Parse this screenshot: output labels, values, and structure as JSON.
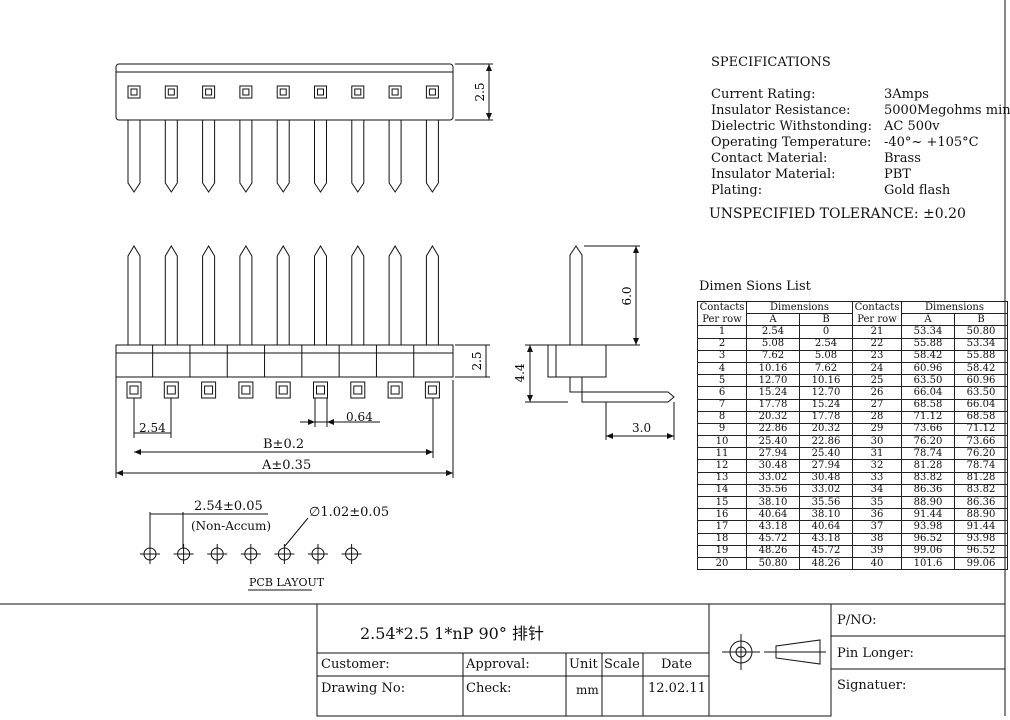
{
  "specifications": {
    "title": "SPECIFICATIONS",
    "rows": [
      {
        "label": "Current Rating:",
        "value": "3Amps"
      },
      {
        "label": "Insulator Resistance:",
        "value": "5000Megohms min."
      },
      {
        "label": "Dielectric Withstonding:",
        "value": "AC 500v"
      },
      {
        "label": "Operating Temperature:",
        "value": "-40°~ +105°C"
      },
      {
        "label": "Contact Material:",
        "value": "Brass"
      },
      {
        "label": "Insulator Material:",
        "value": "PBT"
      },
      {
        "label": "Plating:",
        "value": "Gold flash"
      }
    ],
    "tolerance": "UNSPECIFIED TOLERANCE: ±0.20"
  },
  "dimensions_list": {
    "title": "Dimen  Sions   List",
    "contacts_header_1": "Contacts",
    "contacts_header_2": "Per row",
    "dimensions_header": "Dimensions",
    "col_a": "A",
    "col_b": "B",
    "rows": [
      [
        "1",
        "2.54",
        "0",
        "21",
        "53.34",
        "50.80"
      ],
      [
        "2",
        "5.08",
        "2.54",
        "22",
        "55.88",
        "53.34"
      ],
      [
        "3",
        "7.62",
        "5.08",
        "23",
        "58.42",
        "55.88"
      ],
      [
        "4",
        "10.16",
        "7.62",
        "24",
        "60.96",
        "58.42"
      ],
      [
        "5",
        "12.70",
        "10.16",
        "25",
        "63.50",
        "60.96"
      ],
      [
        "6",
        "15.24",
        "12.70",
        "26",
        "66.04",
        "63.50"
      ],
      [
        "7",
        "17.78",
        "15.24",
        "27",
        "68.58",
        "66.04"
      ],
      [
        "8",
        "20.32",
        "17.78",
        "28",
        "71.12",
        "68.58"
      ],
      [
        "9",
        "22.86",
        "20.32",
        "29",
        "73.66",
        "71.12"
      ],
      [
        "10",
        "25.40",
        "22.86",
        "30",
        "76.20",
        "73.66"
      ],
      [
        "11",
        "27.94",
        "25.40",
        "31",
        "78.74",
        "76.20"
      ],
      [
        "12",
        "30.48",
        "27.94",
        "32",
        "81.28",
        "78.74"
      ],
      [
        "13",
        "33.02",
        "30.48",
        "33",
        "83.82",
        "81.28"
      ],
      [
        "14",
        "35.56",
        "33.02",
        "34",
        "86.36",
        "83.82"
      ],
      [
        "15",
        "38.10",
        "35.56",
        "35",
        "88.90",
        "86.36"
      ],
      [
        "16",
        "40.64",
        "38.10",
        "36",
        "91.44",
        "88.90"
      ],
      [
        "17",
        "43.18",
        "40.64",
        "37",
        "93.98",
        "91.44"
      ],
      [
        "18",
        "45.72",
        "43.18",
        "38",
        "96.52",
        "93.98"
      ],
      [
        "19",
        "48.26",
        "45.72",
        "39",
        "99.06",
        "96.52"
      ],
      [
        "20",
        "50.80",
        "48.26",
        "40",
        "101.6",
        "99.06"
      ]
    ]
  },
  "drawing_labels": {
    "height_top": "2.5",
    "pin_length": "6.0",
    "height_front": "2.5",
    "side_height": "4.4",
    "pitch": "2.54",
    "pin_width": "0.64",
    "dim_b": "B±0.2",
    "dim_a": "A±0.35",
    "foot": "3.0",
    "pcb_pitch": "2.54±0.05",
    "pcb_note": "(Non-Accum)",
    "hole": "∅1.02±0.05",
    "pcb_title": "PCB LAYOUT"
  },
  "title_block": {
    "part_name": "2.54*2.5    1*nP    90°   排针",
    "customer": "Customer:",
    "approval": "Approval:",
    "unit": "Unit",
    "scale": "Scale",
    "date_label": "Date",
    "drawing_no": "Drawing No:",
    "check": "Check:",
    "unit_value": "mm",
    "date_value": "12.02.11",
    "pn": "P/NO:",
    "pin_longer": "Pin Longer:",
    "signature": "Signatuer:"
  }
}
